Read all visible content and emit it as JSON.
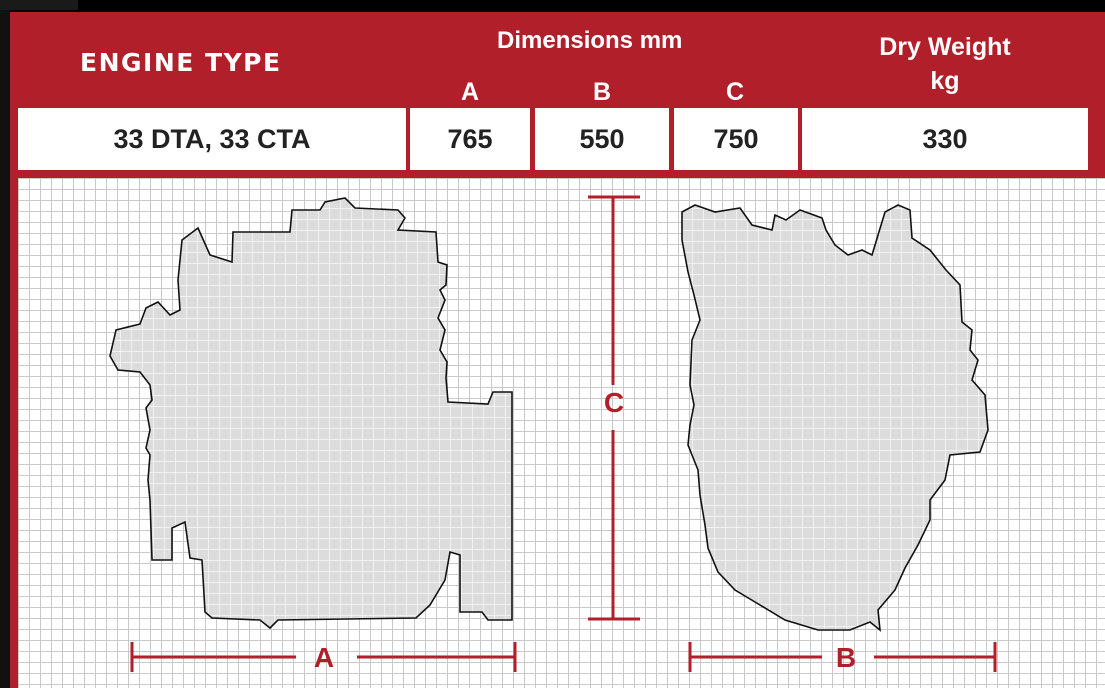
{
  "header": {
    "engine_type_label": "ENGINE TYPE",
    "dimensions_label": "Dimensions mm",
    "dry_weight_label_line1": "Dry Weight",
    "dry_weight_label_line2": "kg",
    "columns": [
      "A",
      "B",
      "C"
    ]
  },
  "row": {
    "engine_type": "33 DTA, 33 CTA",
    "A": "765",
    "B": "550",
    "C": "750",
    "dry_weight": "330"
  },
  "drawing": {
    "label_a": "A",
    "label_b": "B",
    "label_c": "C"
  },
  "colors": {
    "accent": "#b11f2a",
    "grid": "#c9c9c9",
    "silhouette": "#dcdcdc"
  }
}
